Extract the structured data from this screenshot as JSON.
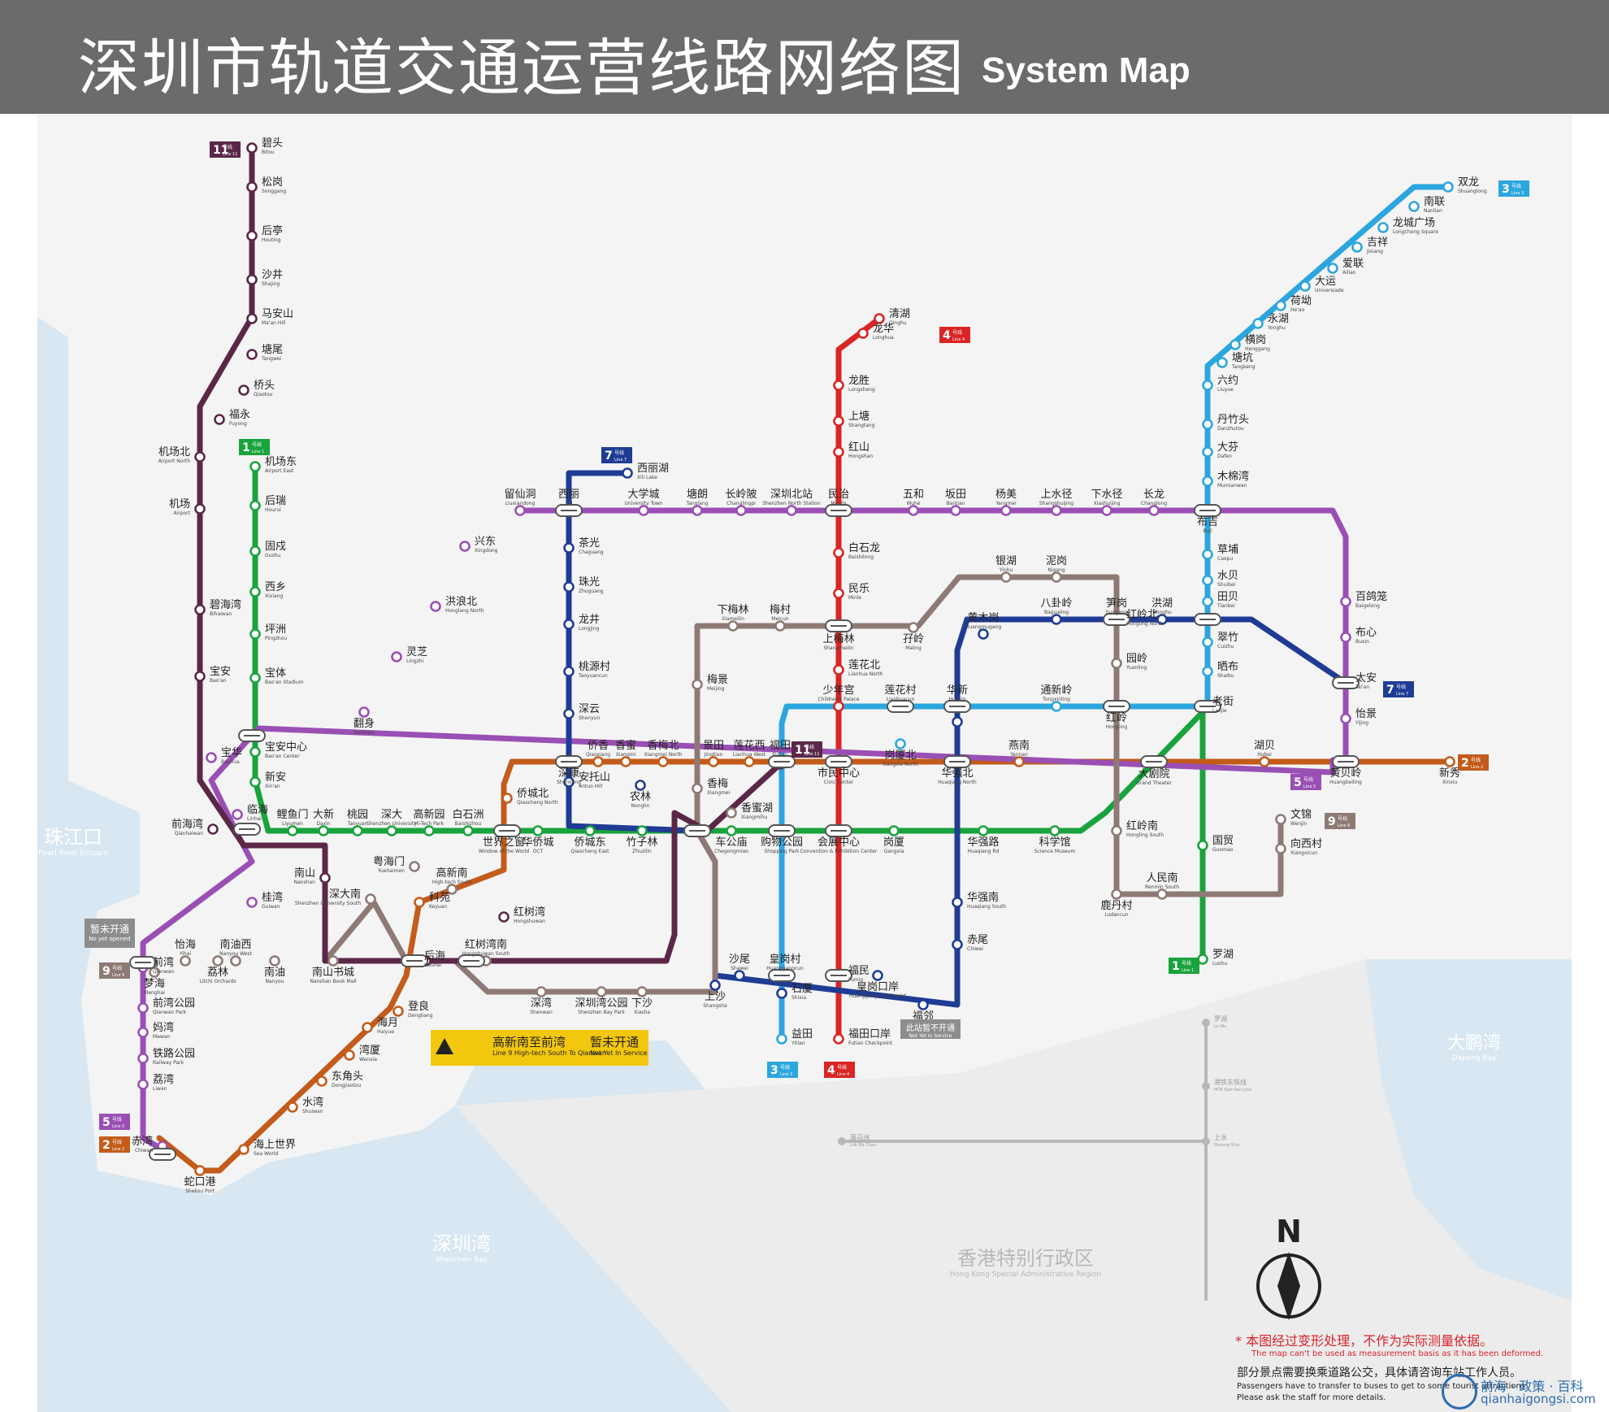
{
  "header": {
    "title_cn": "深圳市轨道交通运营线路网络图",
    "title_en": "System Map"
  },
  "water_labels": [
    {
      "cn": "珠江口",
      "en": "Pearl River Estuary"
    },
    {
      "cn": "深圳湾",
      "en": "Shenzhen Bay"
    },
    {
      "cn": "大鹏湾",
      "en": "Dapeng Bay"
    },
    {
      "cn": "香港特别行政区",
      "en": "Hong Kong Special Administrative Region"
    }
  ],
  "hk_stations": [
    {
      "cn": "罗湖",
      "en": "Lo Wu"
    },
    {
      "cn": "落马洲",
      "en": "Lok Ma Chau"
    },
    {
      "cn": "上水",
      "en": "Sheung Shui"
    },
    {
      "cn": "港铁东铁线",
      "en": "MTR East Rail Line"
    }
  ],
  "lines": [
    {
      "id": "1",
      "label": "1号线",
      "label_en": "Line 1",
      "color": "#19a33c"
    },
    {
      "id": "2",
      "label": "2号线",
      "label_en": "Line 2",
      "color": "#c35b1a"
    },
    {
      "id": "3",
      "label": "3号线",
      "label_en": "Line 3",
      "color": "#2ca6de"
    },
    {
      "id": "4",
      "label": "4号线",
      "label_en": "Line 4",
      "color": "#db2424"
    },
    {
      "id": "5",
      "label": "5号线",
      "label_en": "Line 5",
      "color": "#9a4fb5"
    },
    {
      "id": "7",
      "label": "7号线",
      "label_en": "Line 7",
      "color": "#1f3c95"
    },
    {
      "id": "9",
      "label": "9号线",
      "label_en": "Line 9",
      "color": "#8e7a75"
    },
    {
      "id": "11",
      "label": "11号线",
      "label_en": "Line 11",
      "color": "#5b2748"
    }
  ],
  "stations": {
    "bitou": {
      "cn": "碧头",
      "en": "Bitou"
    },
    "songgang": {
      "cn": "松岗",
      "en": "Songgang"
    },
    "houting": {
      "cn": "后亭",
      "en": "Houting"
    },
    "shajing": {
      "cn": "沙井",
      "en": "Shajing"
    },
    "maanshan": {
      "cn": "马安山",
      "en": "Ma'an Hill"
    },
    "tangwei": {
      "cn": "塘尾",
      "en": "Tangwei"
    },
    "qiaotou": {
      "cn": "桥头",
      "en": "Qiaotou"
    },
    "fuyong": {
      "cn": "福永",
      "en": "Fuyong"
    },
    "airport_north": {
      "cn": "机场北",
      "en": "Airport North"
    },
    "airport": {
      "cn": "机场",
      "en": "Airport"
    },
    "bihaiwan": {
      "cn": "碧海湾",
      "en": "Bihaiwan"
    },
    "baoan": {
      "cn": "宝安",
      "en": "Bao'an"
    },
    "airport_east": {
      "cn": "机场东",
      "en": "Airport East"
    },
    "hourui": {
      "cn": "后瑞",
      "en": "Hourui"
    },
    "gushu": {
      "cn": "固戍",
      "en": "Gushu"
    },
    "xixiang": {
      "cn": "西乡",
      "en": "Xixiang"
    },
    "pingzhou": {
      "cn": "坪洲",
      "en": "Pingzhou"
    },
    "baoti": {
      "cn": "宝体",
      "en": "Bao'an Stadium"
    },
    "baoan_center": {
      "cn": "宝安中心",
      "en": "Bao'an Center"
    },
    "xinan": {
      "cn": "新安",
      "en": "Xin'an"
    },
    "baohua": {
      "cn": "宝华",
      "en": "Baohua"
    },
    "linhai": {
      "cn": "临海",
      "en": "Linhai"
    },
    "qianhaiwan": {
      "cn": "前海湾",
      "en": "Qianhaiwan"
    },
    "liyumen": {
      "cn": "鲤鱼门",
      "en": "Liyumen"
    },
    "daxin": {
      "cn": "大新",
      "en": "Daxin"
    },
    "taoyuan": {
      "cn": "桃园",
      "en": "Taoyuan"
    },
    "shenda": {
      "cn": "深大",
      "en": "Shenzhen University"
    },
    "gaoxinyuan": {
      "cn": "高新园",
      "en": "Hi-Tech Park"
    },
    "baishizhou": {
      "cn": "白石洲",
      "en": "Baishizhou"
    },
    "windows": {
      "cn": "世界之窗",
      "en": "Window of the World"
    },
    "huaqiaocheng": {
      "cn": "华侨城",
      "en": "OCT"
    },
    "qiaochengdong": {
      "cn": "侨城东",
      "en": "Qiaocheng East"
    },
    "zhuzilin": {
      "cn": "竹子林",
      "en": "Zhuzilin"
    },
    "chegongmiao": {
      "cn": "车公庙",
      "en": "Chegongmiao"
    },
    "shopping_park": {
      "cn": "购物公园",
      "en": "Shopping Park"
    },
    "huizhan": {
      "cn": "会展中心",
      "en": "Convention & Exhibition Center"
    },
    "gangxia": {
      "cn": "岗厦",
      "en": "Gangxia"
    },
    "huaqianglu": {
      "cn": "华强路",
      "en": "Huaqiang Rd"
    },
    "kexueguan": {
      "cn": "科学馆",
      "en": "Science Museum"
    },
    "dajuyuan": {
      "cn": "大剧院",
      "en": "Grand Theater"
    },
    "laojie": {
      "cn": "老街",
      "en": "Laojie"
    },
    "guomao": {
      "cn": "国贸",
      "en": "Guomao"
    },
    "luohu": {
      "cn": "罗湖",
      "en": "Luohu"
    },
    "liuxiandong": {
      "cn": "留仙洞",
      "en": "Liuxiandong"
    },
    "xingdong": {
      "cn": "兴东",
      "en": "Xingdong"
    },
    "honglang_north": {
      "cn": "洪浪北",
      "en": "Honglang North"
    },
    "lingzhi": {
      "cn": "灵芝",
      "en": "Lingzhi"
    },
    "fanshen": {
      "cn": "翻身",
      "en": "Fanshen"
    },
    "xili": {
      "cn": "西丽",
      "en": "Xili"
    },
    "daxuecheng": {
      "cn": "大学城",
      "en": "University Town"
    },
    "tanglang": {
      "cn": "塘朗",
      "en": "Tanglang"
    },
    "changlingpi": {
      "cn": "长岭陂",
      "en": "Changlingpi"
    },
    "shenzhen_north": {
      "cn": "深圳北站",
      "en": "Shenzhen North Station"
    },
    "minzhi": {
      "cn": "民治",
      "en": "Minzhi"
    },
    "wuhe": {
      "cn": "五和",
      "en": "Wuhe"
    },
    "bantian": {
      "cn": "坂田",
      "en": "Bantian"
    },
    "yangmei": {
      "cn": "杨美",
      "en": "Yangmei"
    },
    "shangshuijing": {
      "cn": "上水径",
      "en": "Shangshuijing"
    },
    "xiashuijing": {
      "cn": "下水径",
      "en": "Xiashuijing"
    },
    "changlong": {
      "cn": "长龙",
      "en": "Changlong"
    },
    "buji": {
      "cn": "布吉",
      "en": "Buji"
    },
    "baigelong": {
      "cn": "百鸽笼",
      "en": "Baigelong"
    },
    "buxin": {
      "cn": "布心",
      "en": "Buxin"
    },
    "taian": {
      "cn": "太安",
      "en": "Tai'an"
    },
    "yijing": {
      "cn": "怡景",
      "en": "Yijing"
    },
    "huangbeiling": {
      "cn": "黄贝岭",
      "en": "Huangbeiling"
    },
    "xilihu": {
      "cn": "西丽湖",
      "en": "Xili Lake"
    },
    "chaguang": {
      "cn": "茶光",
      "en": "Chaguang"
    },
    "zhuguang": {
      "cn": "珠光",
      "en": "Zhuguang"
    },
    "longjing": {
      "cn": "龙井",
      "en": "Longjing"
    },
    "taoyuancun": {
      "cn": "桃源村",
      "en": "Taoyuancun"
    },
    "shenyun": {
      "cn": "深云",
      "en": "Shenyun"
    },
    "antuoshan": {
      "cn": "安托山",
      "en": "Antuo Hill"
    },
    "nonglin": {
      "cn": "农林",
      "en": "Nonglin"
    },
    "shenkang": {
      "cn": "深康",
      "en": "Shenkang"
    },
    "qiaoxiang": {
      "cn": "侨香",
      "en": "Qiaoxiang"
    },
    "xiangmi": {
      "cn": "香蜜",
      "en": "Xiangmi"
    },
    "xiangmeibei": {
      "cn": "香梅北",
      "en": "Xiangmei North"
    },
    "jingtian": {
      "cn": "景田",
      "en": "Jingtian"
    },
    "lianhuaxi": {
      "cn": "莲花西",
      "en": "Lianhua West"
    },
    "futian": {
      "cn": "福田",
      "en": "Futian"
    },
    "shimin": {
      "cn": "市民中心",
      "en": "Civic Center"
    },
    "huaqiangbei": {
      "cn": "华强北",
      "en": "Huaqiang North"
    },
    "yannan": {
      "cn": "燕南",
      "en": "Yannan"
    },
    "hubei": {
      "cn": "湖贝",
      "en": "Hubei"
    },
    "xinxiu": {
      "cn": "新秀",
      "en": "Xinxiu"
    },
    "xiameiin": {
      "cn": "下梅林",
      "en": "Xiameilin"
    },
    "meicun": {
      "cn": "梅村",
      "en": "Meicun"
    },
    "shangmeilin": {
      "cn": "上梅林",
      "en": "Shangmeilin"
    },
    "meijing": {
      "cn": "梅景",
      "en": "Meijing"
    },
    "xiangmei": {
      "cn": "香梅",
      "en": "Xiangmei"
    },
    "xiangmihu": {
      "cn": "香蜜湖",
      "en": "Xiangmihu"
    },
    "maling": {
      "cn": "孖岭",
      "en": "Maling"
    },
    "yinhu": {
      "cn": "银湖",
      "en": "Yinhu"
    },
    "nigang": {
      "cn": "泥岗",
      "en": "Nigang"
    },
    "hongling_north": {
      "cn": "红岭北",
      "en": "Hongling North"
    },
    "yuanling": {
      "cn": "园岭",
      "en": "Yuanling"
    },
    "hongling": {
      "cn": "红岭",
      "en": "Hongling"
    },
    "hongling_south": {
      "cn": "红岭南",
      "en": "Hongling South"
    },
    "ludancun": {
      "cn": "鹿丹村",
      "en": "Ludancun"
    },
    "renminnan": {
      "cn": "人民南",
      "en": "Renmin South"
    },
    "xiangxicun": {
      "cn": "向西村",
      "en": "Xiangxicun"
    },
    "wenjin": {
      "cn": "文锦",
      "en": "Wenjin"
    },
    "qinghu": {
      "cn": "清湖",
      "en": "Qinghu"
    },
    "longhua": {
      "cn": "龙华",
      "en": "Longhua"
    },
    "longsheng": {
      "cn": "龙胜",
      "en": "Longsheng"
    },
    "shangtang": {
      "cn": "上塘",
      "en": "Shangtang"
    },
    "hongshan": {
      "cn": "红山",
      "en": "Hongshan"
    },
    "baishilong": {
      "cn": "白石龙",
      "en": "Baishilong"
    },
    "minle": {
      "cn": "民乐",
      "en": "Minle"
    },
    "lianhuabei": {
      "cn": "莲花北",
      "en": "Lianhua North"
    },
    "shaoniangong": {
      "cn": "少年宫",
      "en": "Children's Palace"
    },
    "fumin": {
      "cn": "福民",
      "en": "Fumin"
    },
    "futian_checkpoint": {
      "cn": "福田口岸",
      "en": "Futian Checkpoint"
    },
    "shuanglong": {
      "cn": "双龙",
      "en": "Shuanglong"
    },
    "nanlian": {
      "cn": "南联",
      "en": "Nanlian"
    },
    "longchengguangchang": {
      "cn": "龙城广场",
      "en": "Longcheng Square"
    },
    "jixiang": {
      "cn": "吉祥",
      "en": "Jixiang"
    },
    "ailian": {
      "cn": "爱联",
      "en": "Ailian"
    },
    "dayun": {
      "cn": "大运",
      "en": "Universiade"
    },
    "heao": {
      "cn": "荷坳",
      "en": "He'ao"
    },
    "yonghu": {
      "cn": "永湖",
      "en": "Yonghu"
    },
    "henggang": {
      "cn": "横岗",
      "en": "Henggang"
    },
    "tangkeng": {
      "cn": "塘坑",
      "en": "Tangkeng"
    },
    "liuyue": {
      "cn": "六约",
      "en": "Liuyue"
    },
    "danzhutou": {
      "cn": "丹竹头",
      "en": "Danzhutou"
    },
    "dafen": {
      "cn": "大芬",
      "en": "Dafen"
    },
    "mumianwan": {
      "cn": "木棉湾",
      "en": "Mumianwan"
    },
    "caopu": {
      "cn": "草埔",
      "en": "Caopu"
    },
    "shuibei": {
      "cn": "水贝",
      "en": "Shuibei"
    },
    "tianbei": {
      "cn": "田贝",
      "en": "Tianbei"
    },
    "cuizhu": {
      "cn": "翠竹",
      "en": "Cuizhu"
    },
    "shaibu": {
      "cn": "晒布",
      "en": "Shaibu"
    },
    "tongxinling": {
      "cn": "通新岭",
      "en": "Tongxinling"
    },
    "lianhuacun": {
      "cn": "莲花村",
      "en": "Lianhuacun"
    },
    "gangxiabei": {
      "cn": "岗厦北",
      "en": "Gangxia North"
    },
    "huaxin": {
      "cn": "华新",
      "en": "Huaxin"
    },
    "huangmugang": {
      "cn": "黄木岗",
      "en": "Huangmugang"
    },
    "bagualing": {
      "cn": "八卦岭",
      "en": "Bagualing"
    },
    "sungang": {
      "cn": "笋岗",
      "en": "Sungang"
    },
    "honghu": {
      "cn": "洪湖",
      "en": "Honghu"
    },
    "huaqiangnan": {
      "cn": "华强南",
      "en": "Huaqiang South"
    },
    "chiwei": {
      "cn": "赤尾",
      "en": "Chiwei"
    },
    "huanggang": {
      "cn": "皇岗口岸",
      "en": "Huanggang Checkpoint"
    },
    "futian_linked": {
      "cn": "福邻",
      "en": "Fulin"
    },
    "huanggangcun": {
      "cn": "皇岗村",
      "en": "Huanggangcun"
    },
    "shixia": {
      "cn": "石厦",
      "en": "Shixia"
    },
    "shawei": {
      "cn": "沙尾",
      "en": "Shawei"
    },
    "shangsha": {
      "cn": "上沙",
      "en": "Shangsha"
    },
    "yitian": {
      "cn": "益田",
      "en": "Yitian"
    },
    "xiasha": {
      "cn": "下沙",
      "en": "Xiasha"
    },
    "shenzhenwan_park": {
      "cn": "深圳湾公园",
      "en": "Shenzhen Bay Park"
    },
    "shenwan": {
      "cn": "深湾",
      "en": "Shenwan"
    },
    "hongshuwan_south": {
      "cn": "红树湾南",
      "en": "Hongshuwan South"
    },
    "hongshuwan": {
      "cn": "红树湾",
      "en": "Hongshuwan"
    },
    "gaoxinnan": {
      "cn": "高新南",
      "en": "High-tech South"
    },
    "keyuan": {
      "cn": "科苑",
      "en": "Keyuan"
    },
    "houhai": {
      "cn": "后海",
      "en": "Houhai"
    },
    "yuehaimen": {
      "cn": "粤海门",
      "en": "Yuehaimen"
    },
    "shendanan": {
      "cn": "深大南",
      "en": "Shenzhen University South"
    },
    "nanshan": {
      "cn": "南山",
      "en": "Nanshan"
    },
    "nanshan_book": {
      "cn": "南山书城",
      "en": "Nanshan Book Mall"
    },
    "nanyou": {
      "cn": "南油",
      "en": "Nanyou"
    },
    "nanyouxi": {
      "cn": "南油西",
      "en": "Nanyou West"
    },
    "lizhilin": {
      "cn": "荔林",
      "en": "Litchi Orchards"
    },
    "yihai": {
      "cn": "怡海",
      "en": "Yihai"
    },
    "menghai": {
      "cn": "梦海",
      "en": "Menghai"
    },
    "guiwan": {
      "cn": "桂湾",
      "en": "Guiwan"
    },
    "qianwan": {
      "cn": "前湾",
      "en": "Qianwan"
    },
    "qianwan_park": {
      "cn": "前湾公园",
      "en": "Qianwan Park"
    },
    "mawan": {
      "cn": "妈湾",
      "en": "Mawan"
    },
    "railway_park": {
      "cn": "铁路公园",
      "en": "Railway Park"
    },
    "liwan": {
      "cn": "荔湾",
      "en": "Liwan"
    },
    "chiwan": {
      "cn": "赤湾",
      "en": "Chiwan"
    },
    "shekou_port": {
      "cn": "蛇口港",
      "en": "Shekou Port"
    },
    "sea_world": {
      "cn": "海上世界",
      "en": "Sea World"
    },
    "shuiwan": {
      "cn": "水湾",
      "en": "Shuiwan"
    },
    "dongjiaotou": {
      "cn": "东角头",
      "en": "Dongjiaotou"
    },
    "wanxia": {
      "cn": "湾厦",
      "en": "Wanxia"
    },
    "haiyue": {
      "cn": "海月",
      "en": "Haiyue"
    },
    "dengliang": {
      "cn": "登良",
      "en": "Dengliang"
    },
    "qiaocheng_north": {
      "cn": "侨城北",
      "en": "Qiaocheng North"
    }
  },
  "notices": {
    "not_open_cn": "暂未开通",
    "not_open_en": "No yet opened",
    "line9_ext_cn": "高新南至前湾",
    "line9_ext_en": "Line 9 High-tech South To Qianwan",
    "line9_ext_status_cn": "暂未开通",
    "line9_ext_status_en": "Not Yet In Service",
    "fulin_cn": "此站暂不开通",
    "fulin_en": "Not Yet In Service",
    "disclaimer_cn": "* 本图经过变形处理，不作为实际测量依据。",
    "disclaimer_en": "The map can't be used as measurement basis as it has been deformed.",
    "bus_cn": "部分景点需要换乘道路公交，具体请咨询车站工作人员。",
    "bus_en1": "Passengers have to transfer to buses to get to some tourist attractions.",
    "bus_en2": "Please ask the staff for more details.",
    "north": "N",
    "watermark_cn": "前海 · 政策 · 百科",
    "watermark_en": "qianhaigongsi.com"
  }
}
